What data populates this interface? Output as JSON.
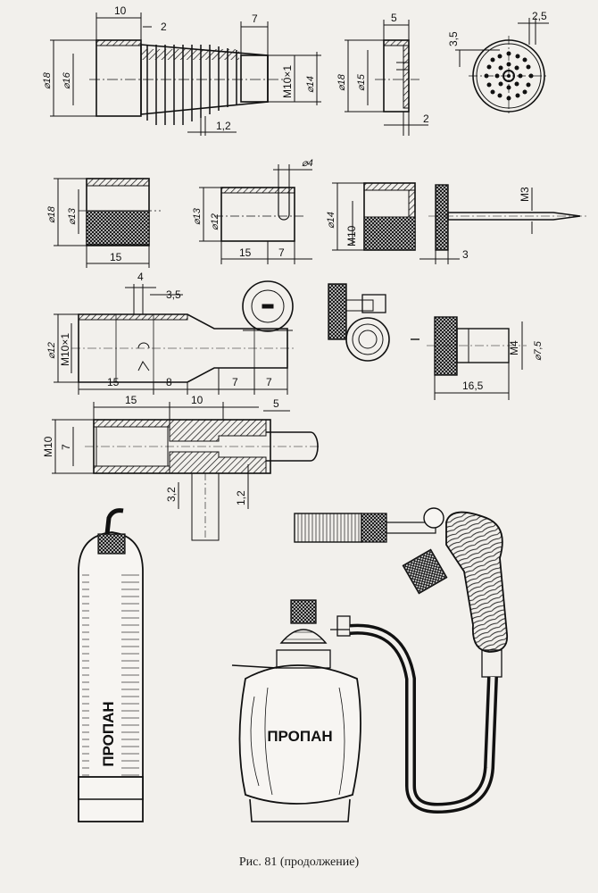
{
  "caption": "Рис. 81 (продолжение)",
  "cylinder_label": "ПРОПАН",
  "tank_label": "ПРОПАН",
  "dims": {
    "nozzle": {
      "d18": "⌀18",
      "d16": "⌀16",
      "len10": "10",
      "len2": "2",
      "len7": "7",
      "thread": "M10×1",
      "d14": "⌀14",
      "fin": "1,2"
    },
    "cap": {
      "d18": "⌀18",
      "d15": "⌀15",
      "len5": "5",
      "len2": "2"
    },
    "disc": {
      "h35": "3,5",
      "w25": "2,5"
    },
    "nut1": {
      "d18": "⌀18",
      "d13": "⌀13",
      "len15": "15"
    },
    "sleeve": {
      "d4": "⌀4",
      "d13": "⌀13",
      "d12": "⌀12",
      "len15": "15",
      "len7": "7"
    },
    "knob_needle": {
      "d14": "⌀14",
      "thread": "M10",
      "m3": "M3",
      "len3": "3"
    },
    "body": {
      "len4": "4",
      "len35": "3,5",
      "d12": "⌀12",
      "thread": "M10×1",
      "len15": "15",
      "len8": "8",
      "len7a": "7",
      "len7b": "7"
    },
    "valve": {
      "m4": "M4",
      "d75": "⌀7,5",
      "len165": "16,5"
    },
    "mixer": {
      "len15": "15",
      "len10": "10",
      "len5": "5",
      "thread": "M10",
      "d7": "7",
      "d32": "3,2",
      "d12": "1,2"
    }
  }
}
